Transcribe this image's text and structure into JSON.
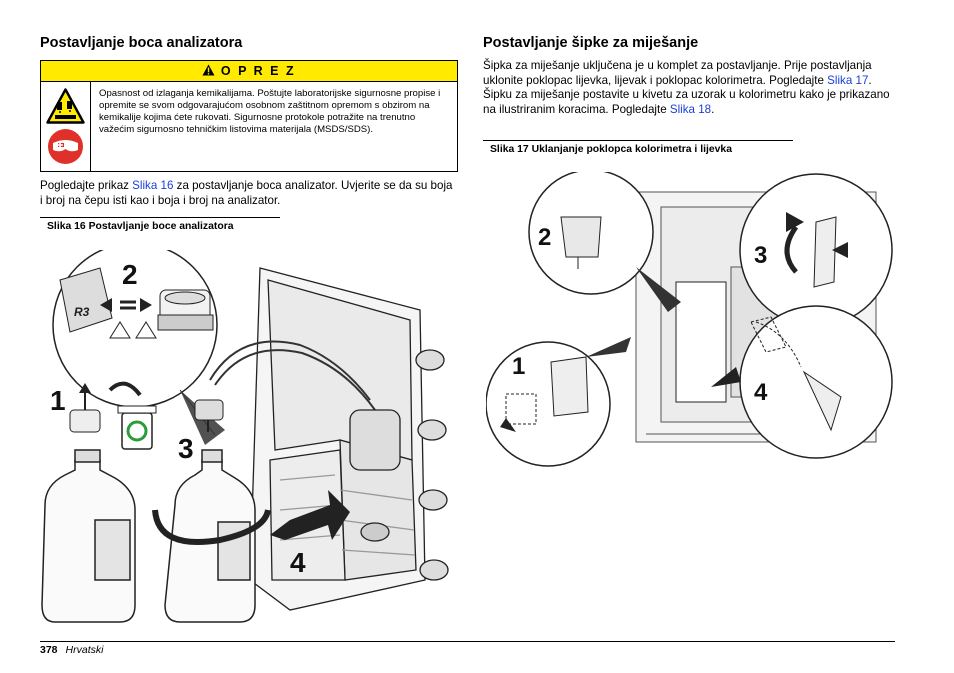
{
  "left": {
    "heading": "Postavljanje boca analizatora",
    "caution": {
      "title": "O P R E Z",
      "text": "Opasnost od izlaganja kemikalijama. Poštujte laboratorijske sigurnosne propise i opremite se svom odgovarajućom osobnom zaštitnom opremom s obzirom na kemikalije kojima ćete rukovati. Sigurnosne protokole potražite na trenutno važećim sigurnosno tehničkim listovima materijala (MSDS/SDS)."
    },
    "para_before": "Pogledajte prikaz ",
    "para_link": "Slika 16",
    "para_after": " za postavljanje boca analizator. Uvjerite se da su boja i broj na čepu isti kao i boja i broj na analizator.",
    "figure_caption": "Slika 16  Postavljanje boce analizatora",
    "figure_labels": [
      "1",
      "2",
      "3",
      "4"
    ],
    "cap_label": "R3"
  },
  "right": {
    "heading": "Postavljanje šipke za miješanje",
    "p1": "Šipka za miješanje uključena je u komplet za postavljanje. Prije postavljanja uklonite poklopac lijevka, lijevak i poklopac kolorimetra. Pogledajte ",
    "link1": "Slika 17",
    "p2": ". Šipku za miješanje postavite u kivetu za uzorak u kolorimetru kako je prikazano na ilustriranim koracima. Pogledajte ",
    "link2": "Slika 18",
    "p3": ".",
    "figure_caption": "Slika 17  Uklanjanje poklopca kolorimetra i lijevka",
    "figure_labels": [
      "1",
      "2",
      "3",
      "4"
    ]
  },
  "footer": {
    "page_number": "378",
    "language": "Hrvatski"
  },
  "colors": {
    "caution_yellow": "#ffea00",
    "link": "#1a3fd8",
    "recycle_green": "#2a9d3a",
    "ppe_red": "#e0302a"
  },
  "icons": [
    "warning-triangle-icon",
    "chemical-hazard-icon",
    "safety-goggles-icon",
    "recycle-bin-icon"
  ]
}
